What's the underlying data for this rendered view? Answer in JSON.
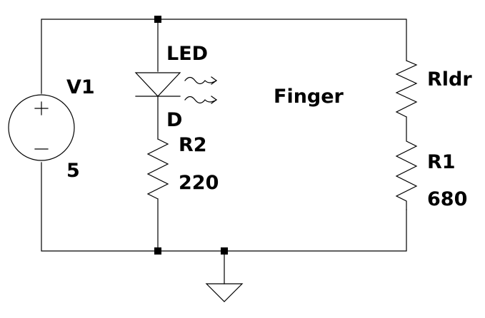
{
  "schematic": {
    "v1": {
      "name": "V1",
      "value": "5"
    },
    "led": {
      "name": "LED",
      "value": "D"
    },
    "r2": {
      "name": "R2",
      "value": "220"
    },
    "rldr": {
      "name": "Rldr"
    },
    "r1": {
      "name": "R1",
      "value": "680"
    },
    "finger": "Finger"
  }
}
